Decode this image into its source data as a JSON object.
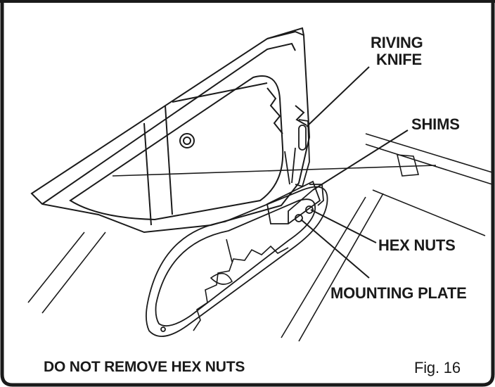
{
  "labels": {
    "riving_knife_line1": "RIVING",
    "riving_knife_line2": "KNIFE",
    "shims": "SHIMS",
    "hex_nuts": "HEX NUTS",
    "mounting_plate": "MOUNTING PLATE"
  },
  "footer": {
    "warning": "DO NOT REMOVE HEX NUTS",
    "figure": "Fig. 16"
  },
  "colors": {
    "line": "#1a1a1a",
    "background": "#ffffff"
  }
}
